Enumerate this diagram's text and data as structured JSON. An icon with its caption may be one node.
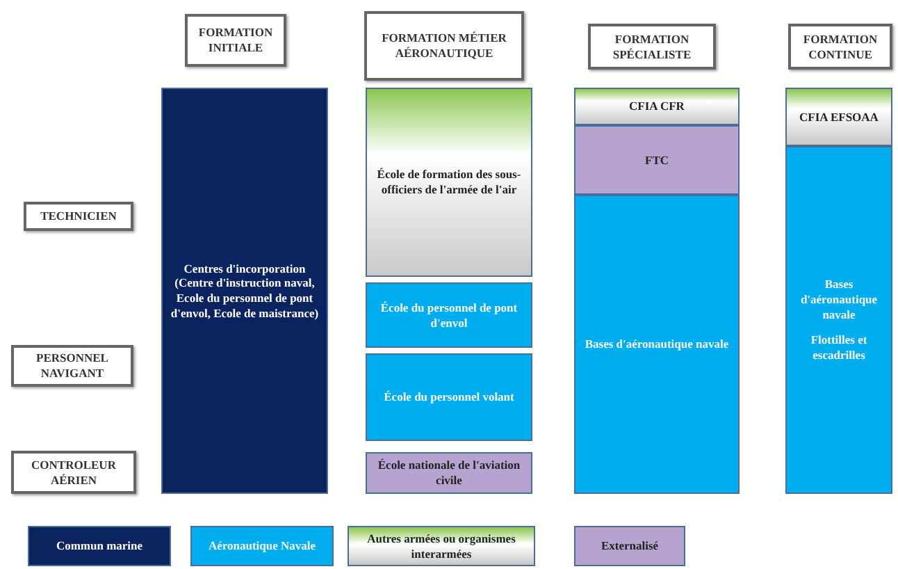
{
  "diagram": {
    "nodes": [
      {
        "text": [
          "FORMATION INITIALE"
        ]
      },
      {
        "text": [
          "FORMATION MÉTIER AÉRONAUTIQUE"
        ]
      },
      {
        "text": [
          "FORMATION SPÉCIALISTE"
        ]
      },
      {
        "text": [
          "FORMATION CONTINUE"
        ]
      },
      {
        "text": [
          "TECHNICIEN"
        ]
      },
      {
        "text": [
          "PERSONNEL NAVIGANT"
        ]
      },
      {
        "text": [
          "CONTROLEUR AÉRIEN"
        ]
      },
      {
        "text": [
          "Centres d'incorporation (Centre d'instruction naval, Ecole du personnel de pont d'envol, Ecole de maistrance)"
        ]
      },
      {
        "text": [
          "École de formation des sous-officiers de l'armée de l'air"
        ]
      },
      {
        "text": [
          "École du personnel de pont d'envol"
        ]
      },
      {
        "text": [
          "École du personnel volant"
        ]
      },
      {
        "text": [
          "École nationale de l'aviation civile"
        ]
      },
      {
        "text": [
          "CFIA CFR"
        ]
      },
      {
        "text": [
          "FTC"
        ]
      },
      {
        "text": [
          "Bases d'aéronautique navale"
        ]
      },
      {
        "text": [
          "CFIA EFSOAA"
        ]
      },
      {
        "text": [
          "Bases d'aéronautique navale",
          "Flottilles et escadrilles"
        ]
      }
    ],
    "legend": [
      {
        "text": "Commun marine",
        "color": "#0b2460"
      },
      {
        "text": "Aéronautique Navale",
        "color": "#00aeef"
      },
      {
        "text": "Autres armées ou organismes interarmées",
        "color": "#8cc751"
      },
      {
        "text": "Externalisé",
        "color": "#b7a3cf"
      }
    ]
  }
}
